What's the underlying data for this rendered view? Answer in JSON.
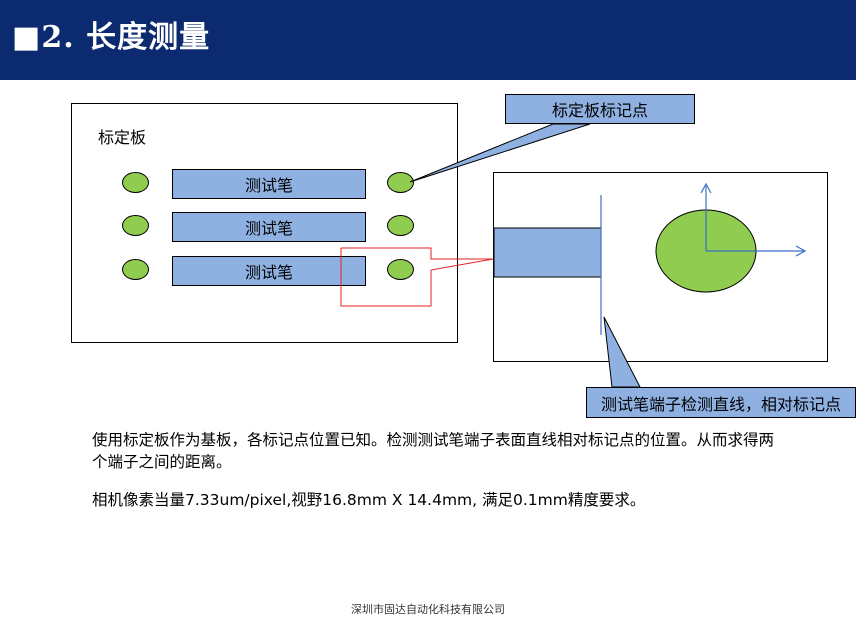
{
  "header": {
    "title": "■2. 长度测量"
  },
  "diagram": {
    "board_label": "标定板",
    "pen_labels": [
      "测试笔",
      "测试笔",
      "测试笔"
    ],
    "callout_marks": "标定板标记点",
    "callout_line": "测试笔端子检测直线，相对标记点",
    "colors": {
      "blue_fill": "#8fb1e2",
      "green_fill": "#8fcc4f",
      "header_bg": "#0b2a6f",
      "highlight": "#e02020"
    }
  },
  "body": {
    "para1_line1": "使用标定板作为基板，各标记点位置已知。检测测试笔端子表面直线相对标记点的位置。从而求得两",
    "para1_line2": "个端子之间的距离。",
    "para2": "相机像素当量7.33um/pixel,视野16.8mm X 14.4mm, 满足0.1mm精度要求。"
  },
  "footer": {
    "company": "深圳市固达自动化科技有限公司"
  }
}
